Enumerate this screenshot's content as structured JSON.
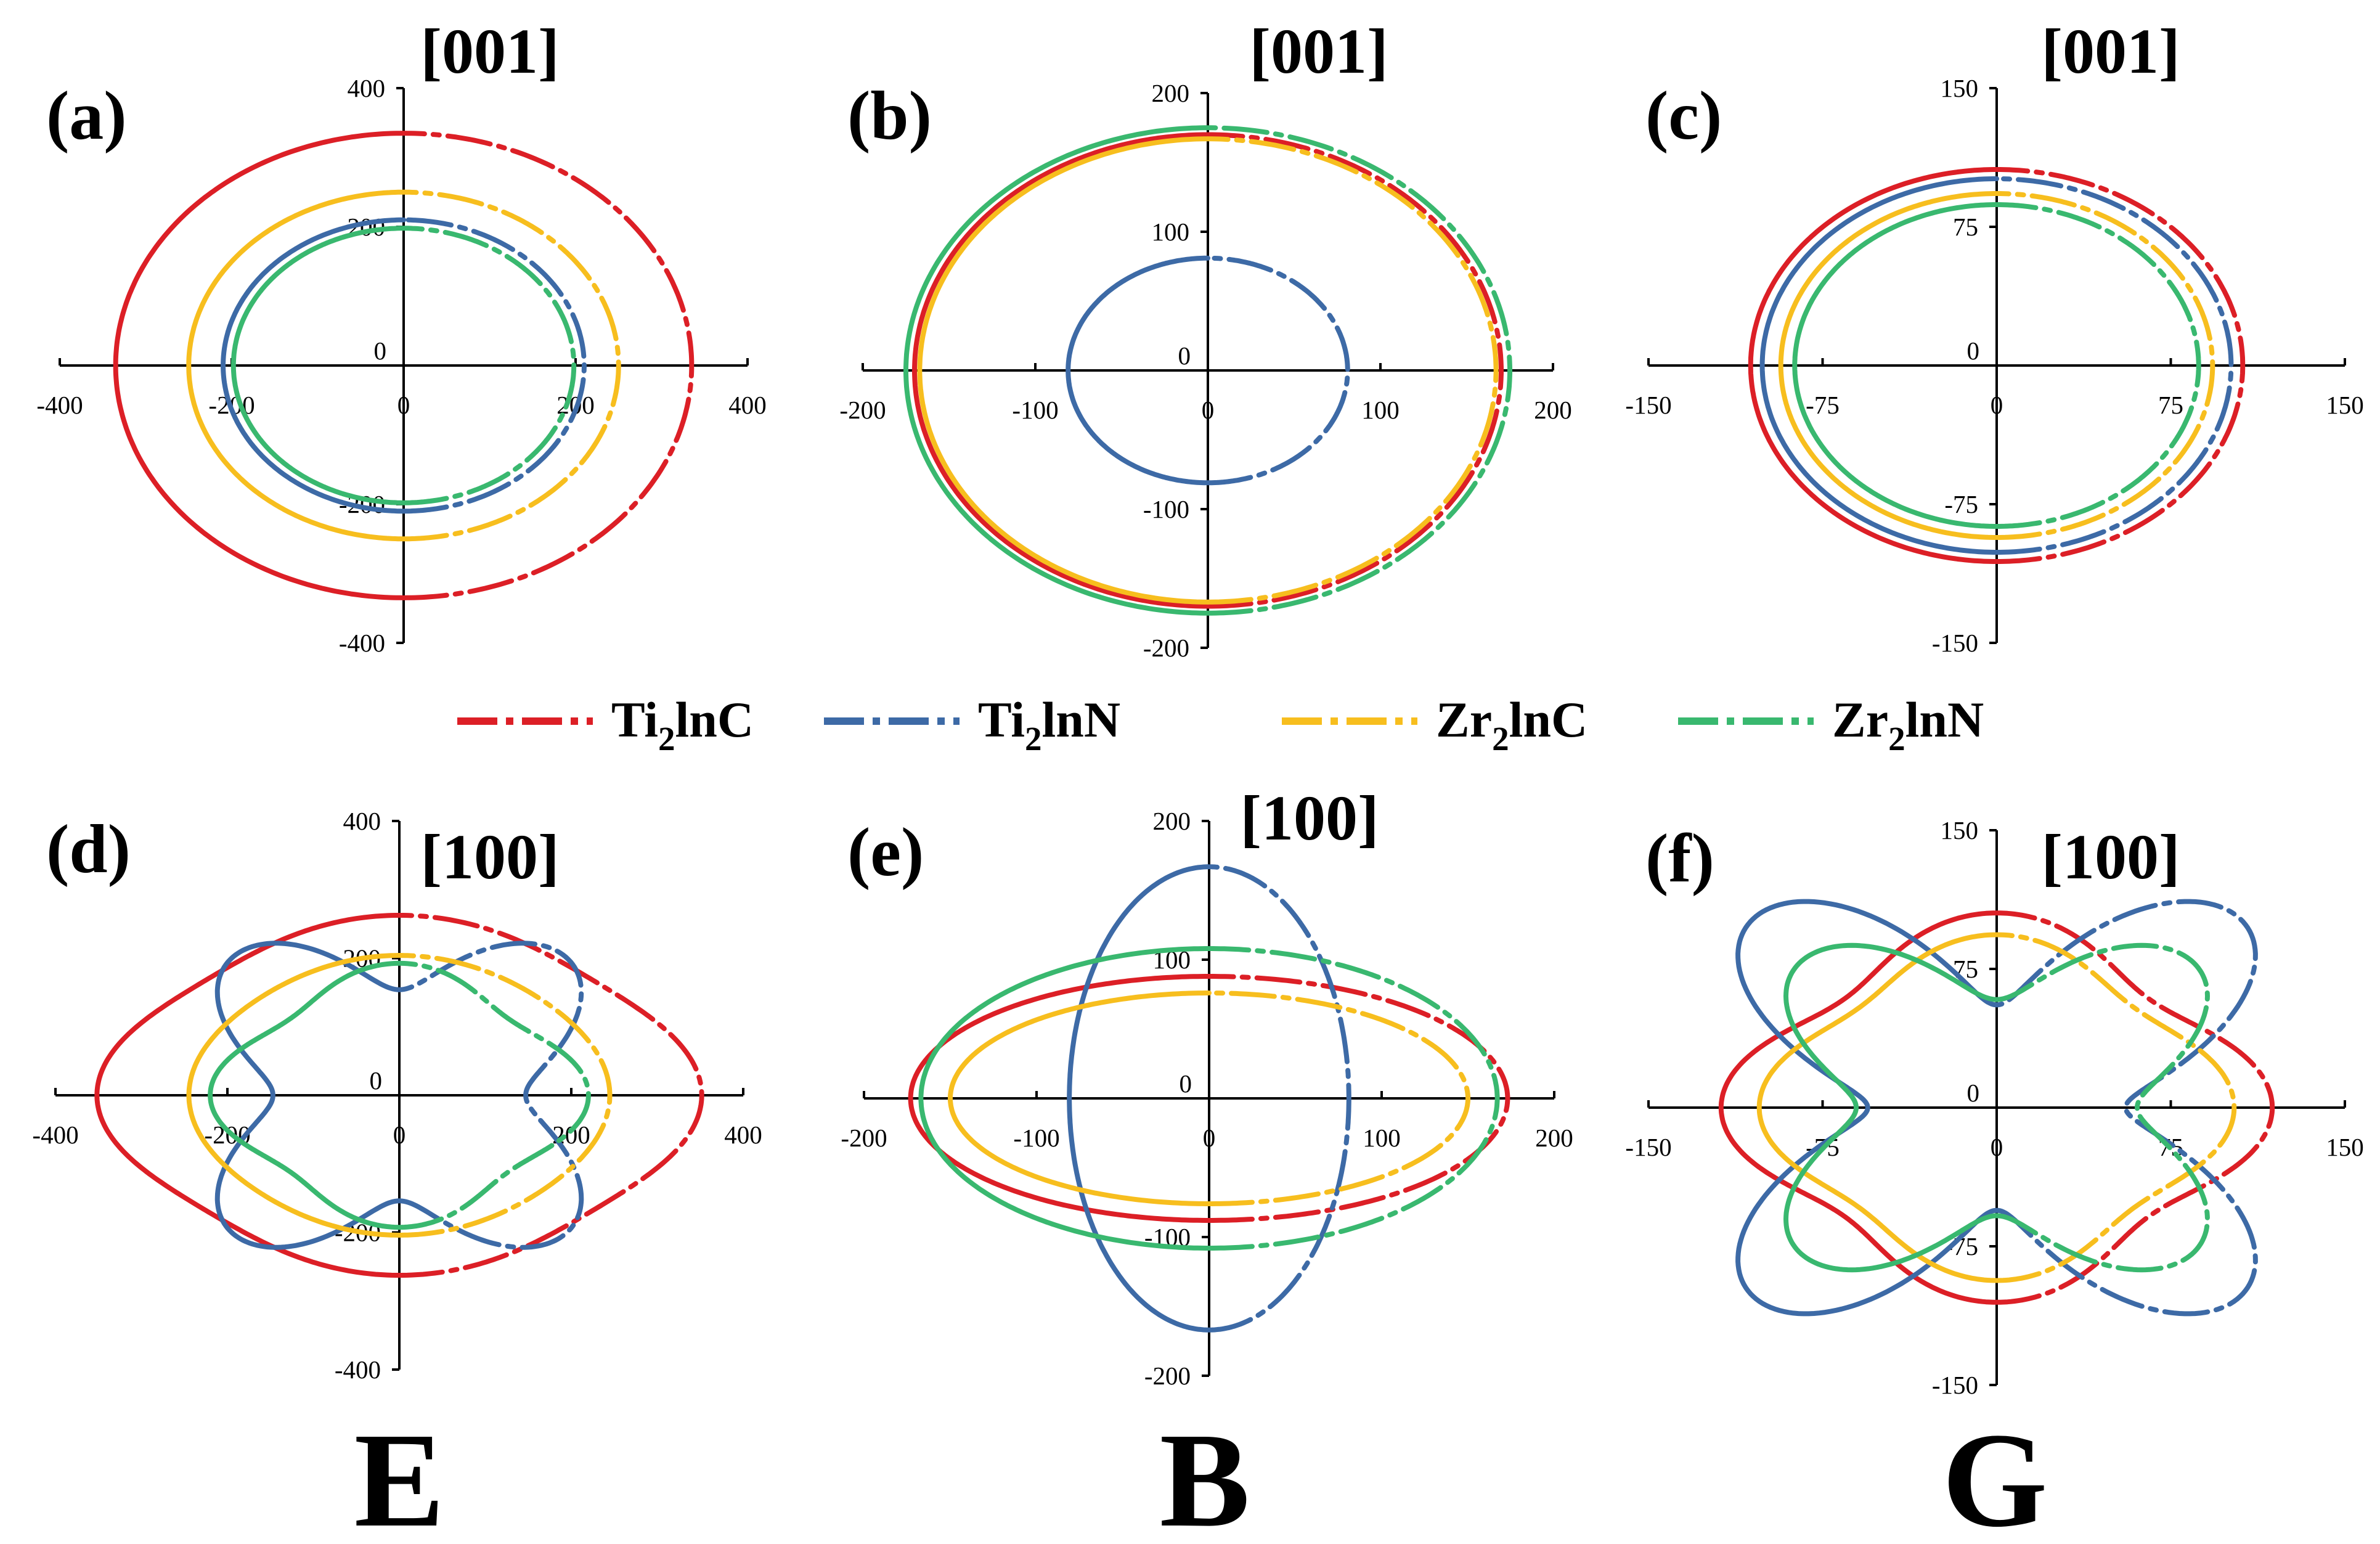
{
  "colors": {
    "Ti2InC": "#dc1f26",
    "Ti2InN": "#3d6aa6",
    "Zr2InC": "#f7be1e",
    "Zr2InN": "#39b86f"
  },
  "legend": [
    {
      "key": "Ti2InC",
      "prefix": "Ti",
      "sub": "2",
      "suffix": "lnC"
    },
    {
      "key": "Ti2InN",
      "prefix": "Ti",
      "sub": "2",
      "suffix": "lnN"
    },
    {
      "key": "Zr2InC",
      "prefix": "Zr",
      "sub": "2",
      "suffix": "lnC"
    },
    {
      "key": "Zr2InN",
      "prefix": "Zr",
      "sub": "2",
      "suffix": "lnN"
    }
  ],
  "row_labels": [
    "E",
    "B",
    "G"
  ],
  "chart_data": [
    {
      "panel": "(a)",
      "direction": "[001]",
      "type": "line",
      "subtype": "polar-2d",
      "xlim": [
        -400,
        400
      ],
      "ylim": [
        -400,
        400
      ],
      "ticks": [
        -400,
        -200,
        0,
        200,
        400
      ],
      "tick_labels": [
        "-400",
        "-200",
        "0",
        "200",
        "400"
      ],
      "series": [
        {
          "key": "Ti2InC",
          "a": 335,
          "b": 335,
          "k": 0
        },
        {
          "key": "Ti2InN",
          "a": 210,
          "b": 210,
          "k": 0
        },
        {
          "key": "Zr2InC",
          "a": 250,
          "b": 250,
          "k": 0
        },
        {
          "key": "Zr2InN",
          "a": 198,
          "b": 198,
          "k": 0
        }
      ]
    },
    {
      "panel": "(b)",
      "direction": "[001]",
      "type": "line",
      "subtype": "polar-2d",
      "xlim": [
        -200,
        200
      ],
      "ylim": [
        -200,
        200
      ],
      "ticks": [
        -200,
        -100,
        0,
        100,
        200
      ],
      "tick_labels": [
        "-200",
        "-100",
        "0",
        "100",
        "200"
      ],
      "series": [
        {
          "key": "Ti2InC",
          "a": 170,
          "b": 170,
          "k": 0
        },
        {
          "key": "Ti2InN",
          "a": 81,
          "b": 81,
          "k": 0
        },
        {
          "key": "Zr2InC",
          "a": 167,
          "b": 167,
          "k": 0
        },
        {
          "key": "Zr2InN",
          "a": 175,
          "b": 175,
          "k": 0
        }
      ]
    },
    {
      "panel": "(c)",
      "direction": "[001]",
      "type": "line",
      "subtype": "polar-2d",
      "xlim": [
        -150,
        150
      ],
      "ylim": [
        -150,
        150
      ],
      "ticks": [
        -150,
        -75,
        0,
        75,
        150
      ],
      "tick_labels": [
        "-150",
        "-75",
        "0",
        "75",
        "150"
      ],
      "series": [
        {
          "key": "Ti2InC",
          "a": 106,
          "b": 106,
          "k": 0
        },
        {
          "key": "Ti2InN",
          "a": 101,
          "b": 101,
          "k": 0
        },
        {
          "key": "Zr2InC",
          "a": 93,
          "b": 93,
          "k": 0
        },
        {
          "key": "Zr2InN",
          "a": 87,
          "b": 87,
          "k": 0
        }
      ]
    },
    {
      "panel": "(d)",
      "direction": "[100]",
      "type": "line",
      "subtype": "polar-2d",
      "xlim": [
        -400,
        400
      ],
      "ylim": [
        -400,
        400
      ],
      "ticks": [
        -400,
        -200,
        0,
        200,
        400
      ],
      "tick_labels": [
        "-400",
        "-200",
        "0",
        "200",
        "400"
      ],
      "series": [
        {
          "key": "Ti2InC",
          "a": 335,
          "b": 250,
          "k": 0.05
        },
        {
          "key": "Ti2InN",
          "a": 210,
          "b": 220,
          "k": -0.3
        },
        {
          "key": "Zr2InC",
          "a": 240,
          "b": 200,
          "k": 0.02
        },
        {
          "key": "Zr2InN",
          "a": 200,
          "b": 175,
          "k": 0.1
        }
      ]
    },
    {
      "panel": "(e)",
      "direction": "[100]",
      "type": "line",
      "subtype": "polar-2d",
      "xlim": [
        -200,
        200
      ],
      "ylim": [
        -200,
        200
      ],
      "ticks": [
        -200,
        -100,
        0,
        100,
        200
      ],
      "tick_labels": [
        "-200",
        "-100",
        "0",
        "100",
        "200"
      ],
      "series": [
        {
          "key": "Ti2InC",
          "a": 173,
          "b": 88,
          "k": 0
        },
        {
          "key": "Ti2InN",
          "a": 81,
          "b": 167,
          "k": 0
        },
        {
          "key": "Zr2InC",
          "a": 150,
          "b": 76,
          "k": 0
        },
        {
          "key": "Zr2InN",
          "a": 167,
          "b": 108,
          "k": 0
        }
      ]
    },
    {
      "panel": "(f)",
      "direction": "[100]",
      "type": "line",
      "subtype": "polar-2d",
      "xlim": [
        -150,
        150
      ],
      "ylim": [
        -150,
        150
      ],
      "ticks": [
        -150,
        -75,
        0,
        75,
        150
      ],
      "tick_labels": [
        "-150",
        "-75",
        "0",
        "75",
        "150"
      ],
      "series": [
        {
          "key": "Ti2InC",
          "a": 106,
          "b": 94,
          "k": 0.12
        },
        {
          "key": "Ti2InN",
          "a": 101,
          "b": 101,
          "k": -0.45
        },
        {
          "key": "Zr2InC",
          "a": 93,
          "b": 85,
          "k": 0.1
        },
        {
          "key": "Zr2InN",
          "a": 89,
          "b": 86,
          "k": -0.32
        }
      ]
    }
  ]
}
